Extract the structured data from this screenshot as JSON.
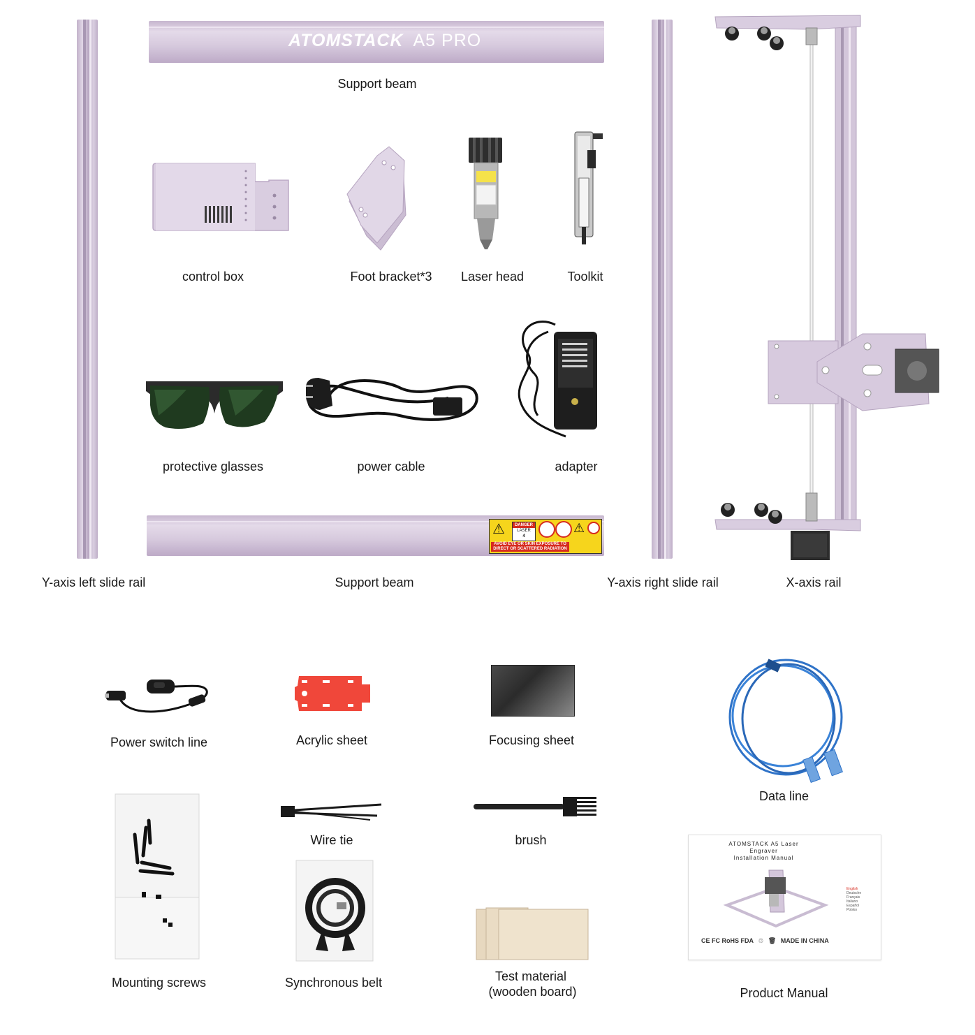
{
  "brand": {
    "logo_text": "ATOMSTACK",
    "model_text": "A5 PRO"
  },
  "labels": {
    "support_beam_top": "Support beam",
    "control_box": "control box",
    "foot_bracket": "Foot bracket*3",
    "laser_head": "Laser head",
    "toolkit": "Toolkit",
    "protective_glasses": "protective glasses",
    "power_cable": "power cable",
    "adapter": "adapter",
    "y_left": "Y-axis left slide rail",
    "support_beam_bottom": "Support beam",
    "y_right": "Y-axis right slide rail",
    "x_axis": "X-axis rail",
    "power_switch_line": "Power switch line",
    "acrylic_sheet": "Acrylic sheet",
    "focusing_sheet": "Focusing sheet",
    "data_line": "Data line",
    "wire_tie": "Wire tie",
    "brush": "brush",
    "mounting_screws": "Mounting screws",
    "synchronous_belt": "Synchronous belt",
    "test_material_line1": "Test material",
    "test_material_line2": "(wooden board)",
    "product_manual": "Product Manual"
  },
  "warning_label": {
    "danger": "DANGER",
    "laser": "LASER",
    "class": "4",
    "line1": "AVOID EYE OR SKIN EXPOSURE TO",
    "line2": "DIRECT OR SCATTERED RADIATION"
  },
  "manual": {
    "title_line1": "ATOMSTACK A5 Laser",
    "title_line2": "Engraver",
    "title_line3": "Installation Manual",
    "languages": [
      "English",
      "Deutsche",
      "Français",
      "Italiano",
      "Español",
      "Polsko"
    ],
    "certs": "CE FC RoHS FDA",
    "made_in": "MADE IN CHINA"
  },
  "colors": {
    "rail": "#d2c4da",
    "label_text": "#1a1a1a",
    "acrylic": "#f0473a",
    "usb_cable": "#2f73c8"
  }
}
